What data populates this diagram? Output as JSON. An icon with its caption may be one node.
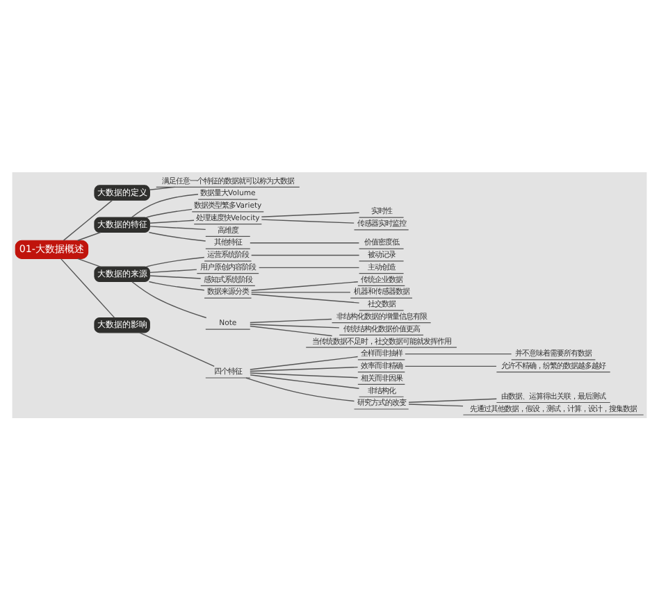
{
  "diagram": {
    "nodes": [
      {
        "text": [
          "01-大数据概述"
        ]
      },
      {
        "text": [
          "大数据的定义"
        ]
      },
      {
        "text": [
          "满足任意一个特征的数据就可以称为大数据"
        ]
      },
      {
        "text": [
          "大数据的特征"
        ]
      },
      {
        "text": [
          "数据量大Volume"
        ]
      },
      {
        "text": [
          "数据类型繁多Variety"
        ]
      },
      {
        "text": [
          "处理速度快Velocity"
        ]
      },
      {
        "text": [
          "实时性"
        ]
      },
      {
        "text": [
          "传感器实时监控"
        ]
      },
      {
        "text": [
          "高维度"
        ]
      },
      {
        "text": [
          "其他特征"
        ]
      },
      {
        "text": [
          "价值密度低"
        ]
      },
      {
        "text": [
          "大数据的来源"
        ]
      },
      {
        "text": [
          "运营系统阶段"
        ]
      },
      {
        "text": [
          "被动记录"
        ]
      },
      {
        "text": [
          "用户原创内容阶段"
        ]
      },
      {
        "text": [
          "主动创造"
        ]
      },
      {
        "text": [
          "感知式系统阶段"
        ]
      },
      {
        "text": [
          "数据来源分类"
        ]
      },
      {
        "text": [
          "传统企业数据"
        ]
      },
      {
        "text": [
          "机器和传感器数据"
        ]
      },
      {
        "text": [
          "社交数据"
        ]
      },
      {
        "text": [
          "Note"
        ]
      },
      {
        "text": [
          "非结构化数据的增量信息有限"
        ]
      },
      {
        "text": [
          "传统结构化数据价值更高"
        ]
      },
      {
        "text": [
          "当传统数据不足时，社交数据可能就发挥作用"
        ]
      },
      {
        "text": [
          "大数据的影响"
        ]
      },
      {
        "text": [
          "四个特征"
        ]
      },
      {
        "text": [
          "全样而非抽样"
        ]
      },
      {
        "text": [
          "并不意味着需要所有数据"
        ]
      },
      {
        "text": [
          "效率而非精确"
        ]
      },
      {
        "text": [
          "允许不精确，纷繁的数据越多越好"
        ]
      },
      {
        "text": [
          "相关而非因果"
        ]
      },
      {
        "text": [
          "非结构化"
        ]
      },
      {
        "text": [
          "研究方式的改变"
        ]
      },
      {
        "text": [
          "由数据、运算得出关联，最后测试"
        ]
      },
      {
        "text": [
          "先通过其他数据，假设，测试，计算，设计，搜集数据"
        ]
      }
    ],
    "edges": [
      {
        "from": 0,
        "to": 1,
        "arrow": "none"
      },
      {
        "from": 1,
        "to": 2,
        "arrow": "none"
      },
      {
        "from": 0,
        "to": 3,
        "arrow": "none"
      },
      {
        "from": 3,
        "to": 4,
        "arrow": "none"
      },
      {
        "from": 3,
        "to": 5,
        "arrow": "none"
      },
      {
        "from": 3,
        "to": 6,
        "arrow": "none"
      },
      {
        "from": 6,
        "to": 7,
        "arrow": "none"
      },
      {
        "from": 6,
        "to": 8,
        "arrow": "none"
      },
      {
        "from": 3,
        "to": 9,
        "arrow": "none"
      },
      {
        "from": 3,
        "to": 10,
        "arrow": "none"
      },
      {
        "from": 10,
        "to": 11,
        "arrow": "none"
      },
      {
        "from": 0,
        "to": 12,
        "arrow": "none"
      },
      {
        "from": 12,
        "to": 13,
        "arrow": "none"
      },
      {
        "from": 13,
        "to": 14,
        "arrow": "none"
      },
      {
        "from": 12,
        "to": 15,
        "arrow": "none"
      },
      {
        "from": 15,
        "to": 16,
        "arrow": "none"
      },
      {
        "from": 12,
        "to": 17,
        "arrow": "none"
      },
      {
        "from": 12,
        "to": 18,
        "arrow": "none"
      },
      {
        "from": 18,
        "to": 19,
        "arrow": "none"
      },
      {
        "from": 18,
        "to": 20,
        "arrow": "none"
      },
      {
        "from": 18,
        "to": 21,
        "arrow": "none"
      },
      {
        "from": 12,
        "to": 22,
        "arrow": "none"
      },
      {
        "from": 22,
        "to": 23,
        "arrow": "none"
      },
      {
        "from": 22,
        "to": 24,
        "arrow": "none"
      },
      {
        "from": 22,
        "to": 25,
        "arrow": "none"
      },
      {
        "from": 0,
        "to": 26,
        "arrow": "none"
      },
      {
        "from": 26,
        "to": 27,
        "arrow": "none"
      },
      {
        "from": 27,
        "to": 28,
        "arrow": "none"
      },
      {
        "from": 28,
        "to": 29,
        "arrow": "none"
      },
      {
        "from": 27,
        "to": 30,
        "arrow": "none"
      },
      {
        "from": 30,
        "to": 31,
        "arrow": "none"
      },
      {
        "from": 27,
        "to": 32,
        "arrow": "none"
      },
      {
        "from": 27,
        "to": 33,
        "arrow": "none"
      },
      {
        "from": 27,
        "to": 34,
        "arrow": "none"
      },
      {
        "from": 34,
        "to": 35,
        "arrow": "none"
      },
      {
        "from": 34,
        "to": 36,
        "arrow": "none"
      }
    ]
  }
}
